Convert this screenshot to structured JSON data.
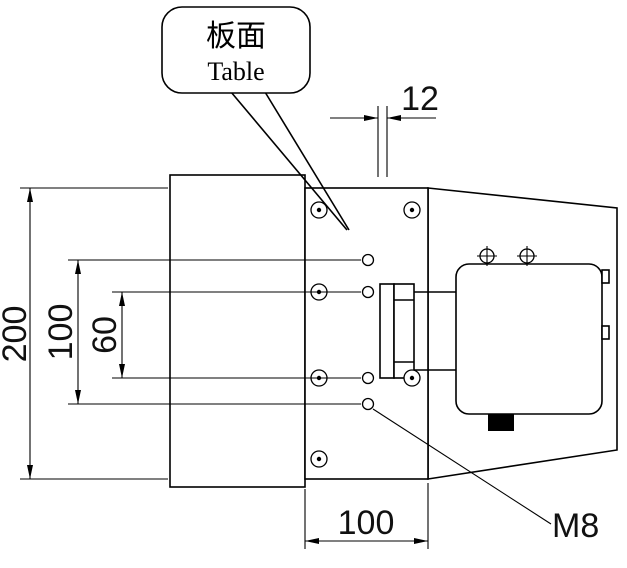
{
  "drawing": {
    "title": "Rotary table mounting face technical drawing",
    "callout": {
      "title_cn": "板面",
      "title_en": "Table"
    },
    "dimensions": {
      "plate_height": "200",
      "hole_span_outer": "100",
      "hole_span_inner": "60",
      "plate_width": "100",
      "face_offset": "12",
      "thread_label": "M8"
    },
    "colors": {
      "line": "#000000",
      "background": "#ffffff"
    }
  }
}
